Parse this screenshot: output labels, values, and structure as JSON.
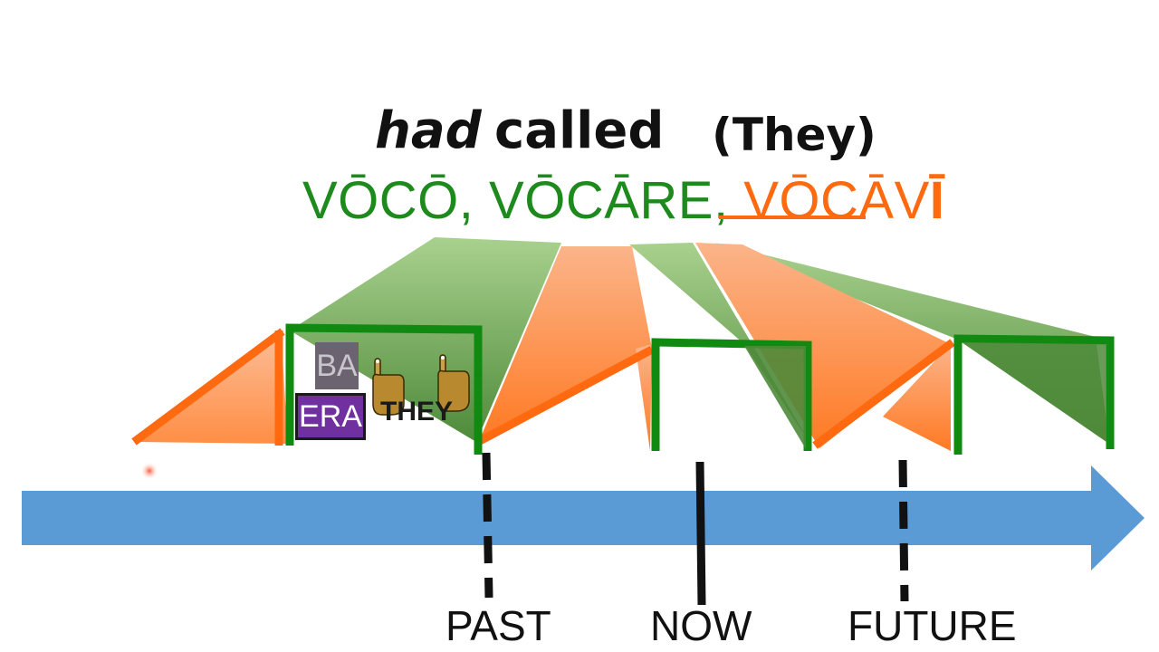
{
  "title": {
    "had": "had",
    "called": "called",
    "subject": "(They)"
  },
  "principal_parts": {
    "part1": "VŌCŌ,",
    "part2": "VŌCĀRE,",
    "part3_prefix": " VŌCĀV",
    "part3_ending": "Ī"
  },
  "endings": {
    "ba": "BA",
    "era": "ERA",
    "they": "THEY"
  },
  "timeline": {
    "past": "PAST",
    "now": "NOW",
    "future": "FUTURE"
  },
  "colors": {
    "green": "#1e8a1e",
    "green_fill": "#5a9a48",
    "orange": "#ff6a10",
    "arrow": "#5b9bd5",
    "era_box": "#7030a0",
    "ba_box": "#6b6470"
  },
  "icons": [
    "pointing-hand-icon",
    "pointing-hand-icon"
  ]
}
